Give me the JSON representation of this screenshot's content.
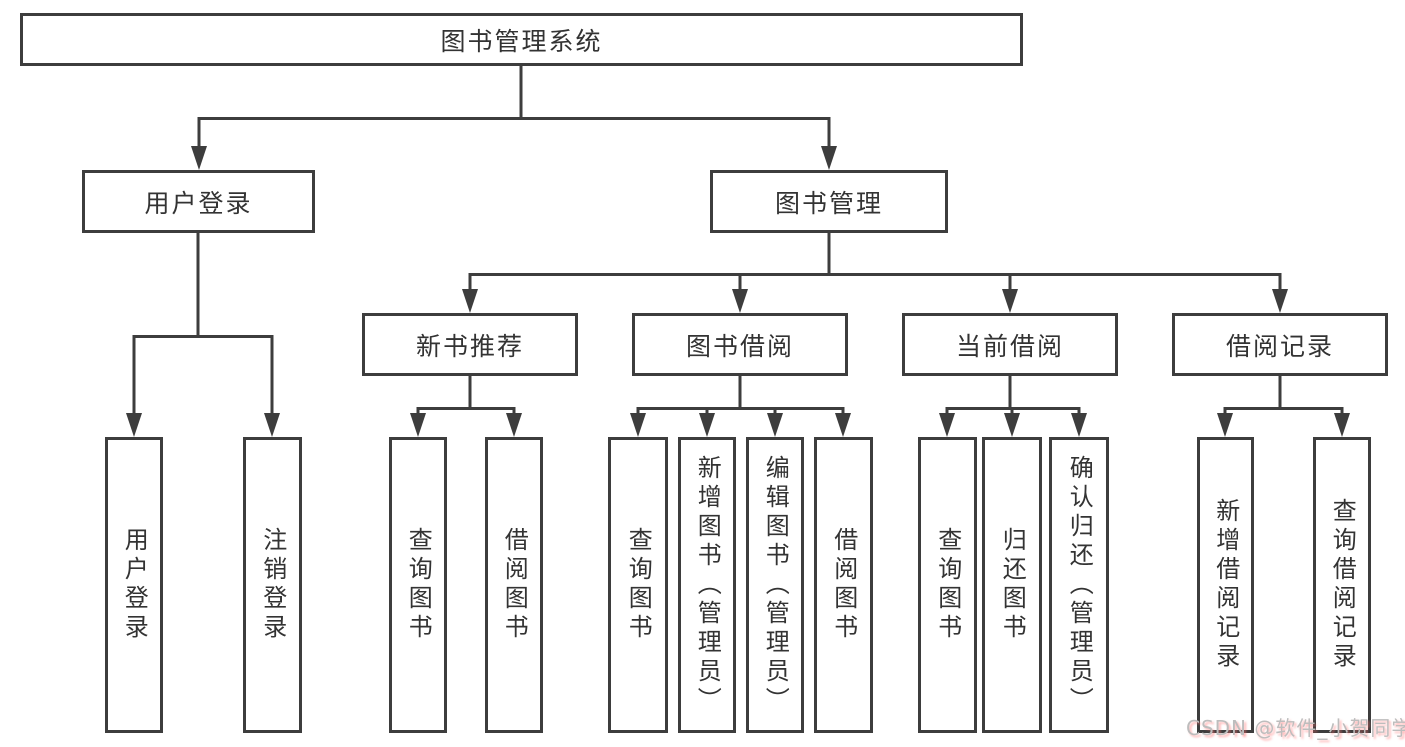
{
  "colors": {
    "background": "#ffffff",
    "box_border": "#3d3d3d",
    "connector_line": "#3d3d3d",
    "text": "#333333",
    "watermark_gray": "#bdbdbd",
    "watermark_pink_shadow": "#ff6e6e"
  },
  "tree": {
    "label": "图书管理系统",
    "children": [
      {
        "label": "用户登录",
        "children": [
          {
            "label": "用户登录"
          },
          {
            "label": "注销登录"
          }
        ]
      },
      {
        "label": "图书管理",
        "children": [
          {
            "label": "新书推荐",
            "children": [
              {
                "label": "查询图书"
              },
              {
                "label": "借阅图书"
              }
            ]
          },
          {
            "label": "图书借阅",
            "children": [
              {
                "label": "查询图书"
              },
              {
                "label": "新增图书（管理员）"
              },
              {
                "label": "编辑图书（管理员）"
              },
              {
                "label": "借阅图书"
              }
            ]
          },
          {
            "label": "当前借阅",
            "children": [
              {
                "label": "查询图书"
              },
              {
                "label": "归还图书"
              },
              {
                "label": "确认归还（管理员）"
              }
            ]
          },
          {
            "label": "借阅记录",
            "children": [
              {
                "label": "新增借阅记录"
              },
              {
                "label": "查询借阅记录"
              }
            ]
          }
        ]
      }
    ]
  },
  "watermark": {
    "text": "CSDN @软件_小贺同学"
  }
}
